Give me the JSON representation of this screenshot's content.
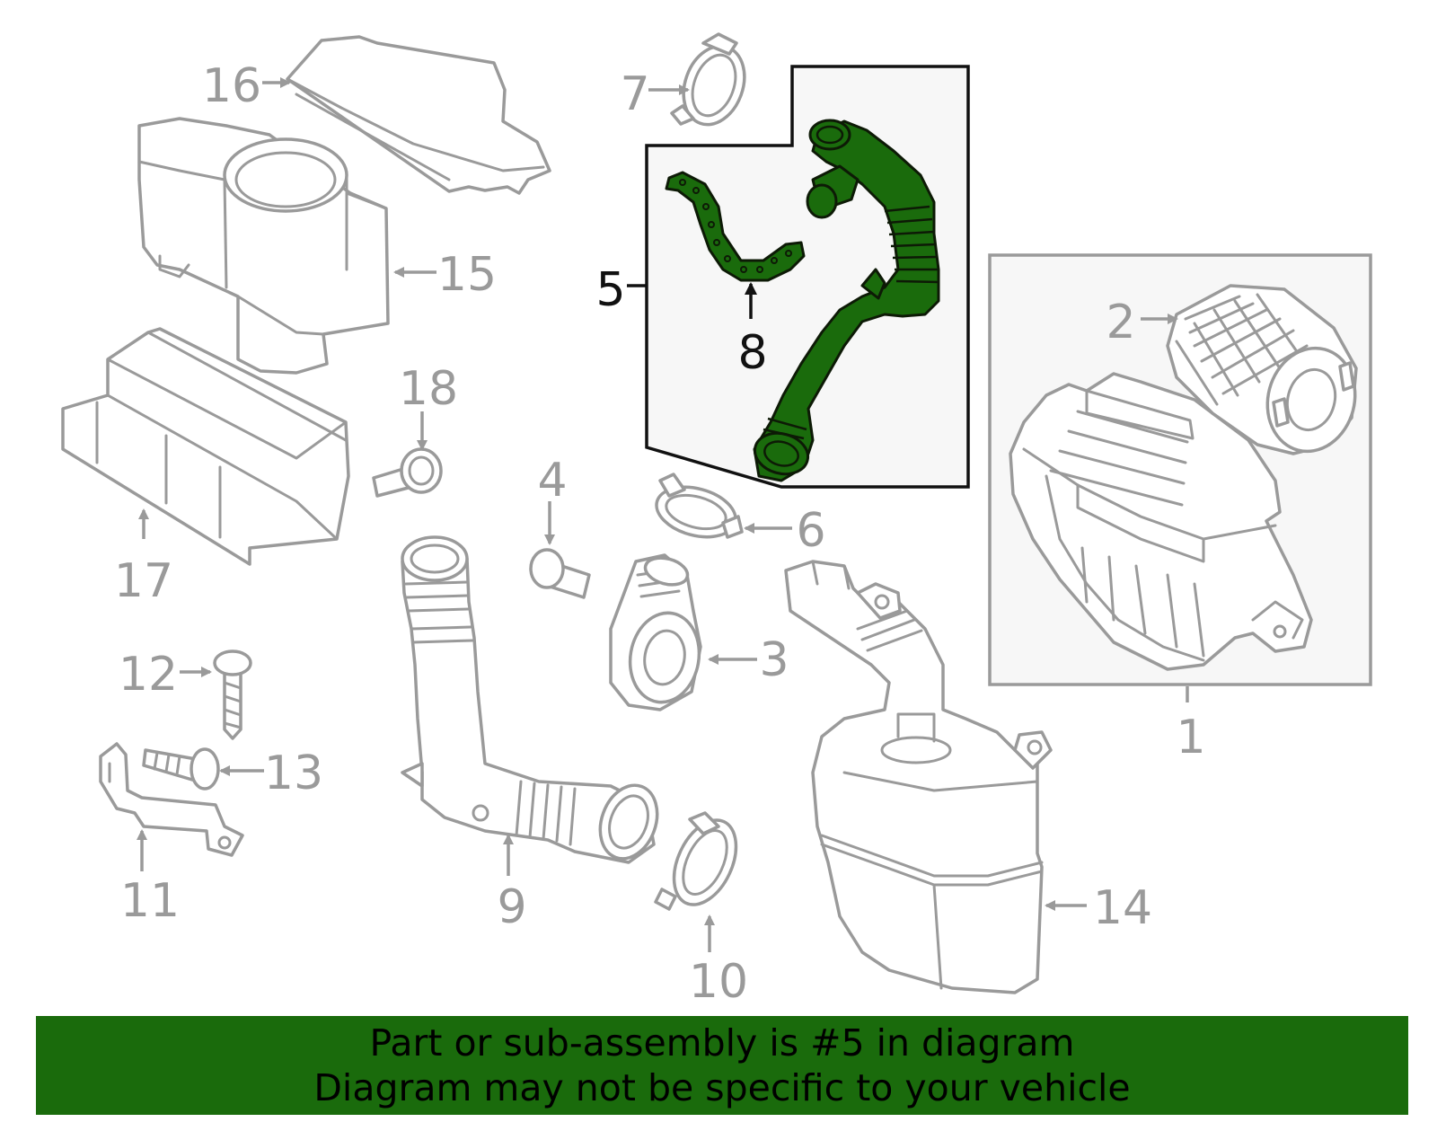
{
  "colors": {
    "highlight": "#1a6b0c",
    "banner": "#1a6b0c",
    "part_outline": "#9a9a9a",
    "callout_text": "#9a9a9a",
    "highlight_text": "#111111",
    "box_fill": "#f7f7f7"
  },
  "callouts": {
    "c1": "1",
    "c2": "2",
    "c3": "3",
    "c4": "4",
    "c5": "5",
    "c6": "6",
    "c7": "7",
    "c8": "8",
    "c9": "9",
    "c10": "10",
    "c11": "11",
    "c12": "12",
    "c13": "13",
    "c14": "14",
    "c15": "15",
    "c16": "16",
    "c17": "17",
    "c18": "18"
  },
  "highlighted_part": "5",
  "banner": {
    "line1": "Part or sub-assembly is #5 in diagram",
    "line2": "Diagram may not be specific to your vehicle"
  }
}
